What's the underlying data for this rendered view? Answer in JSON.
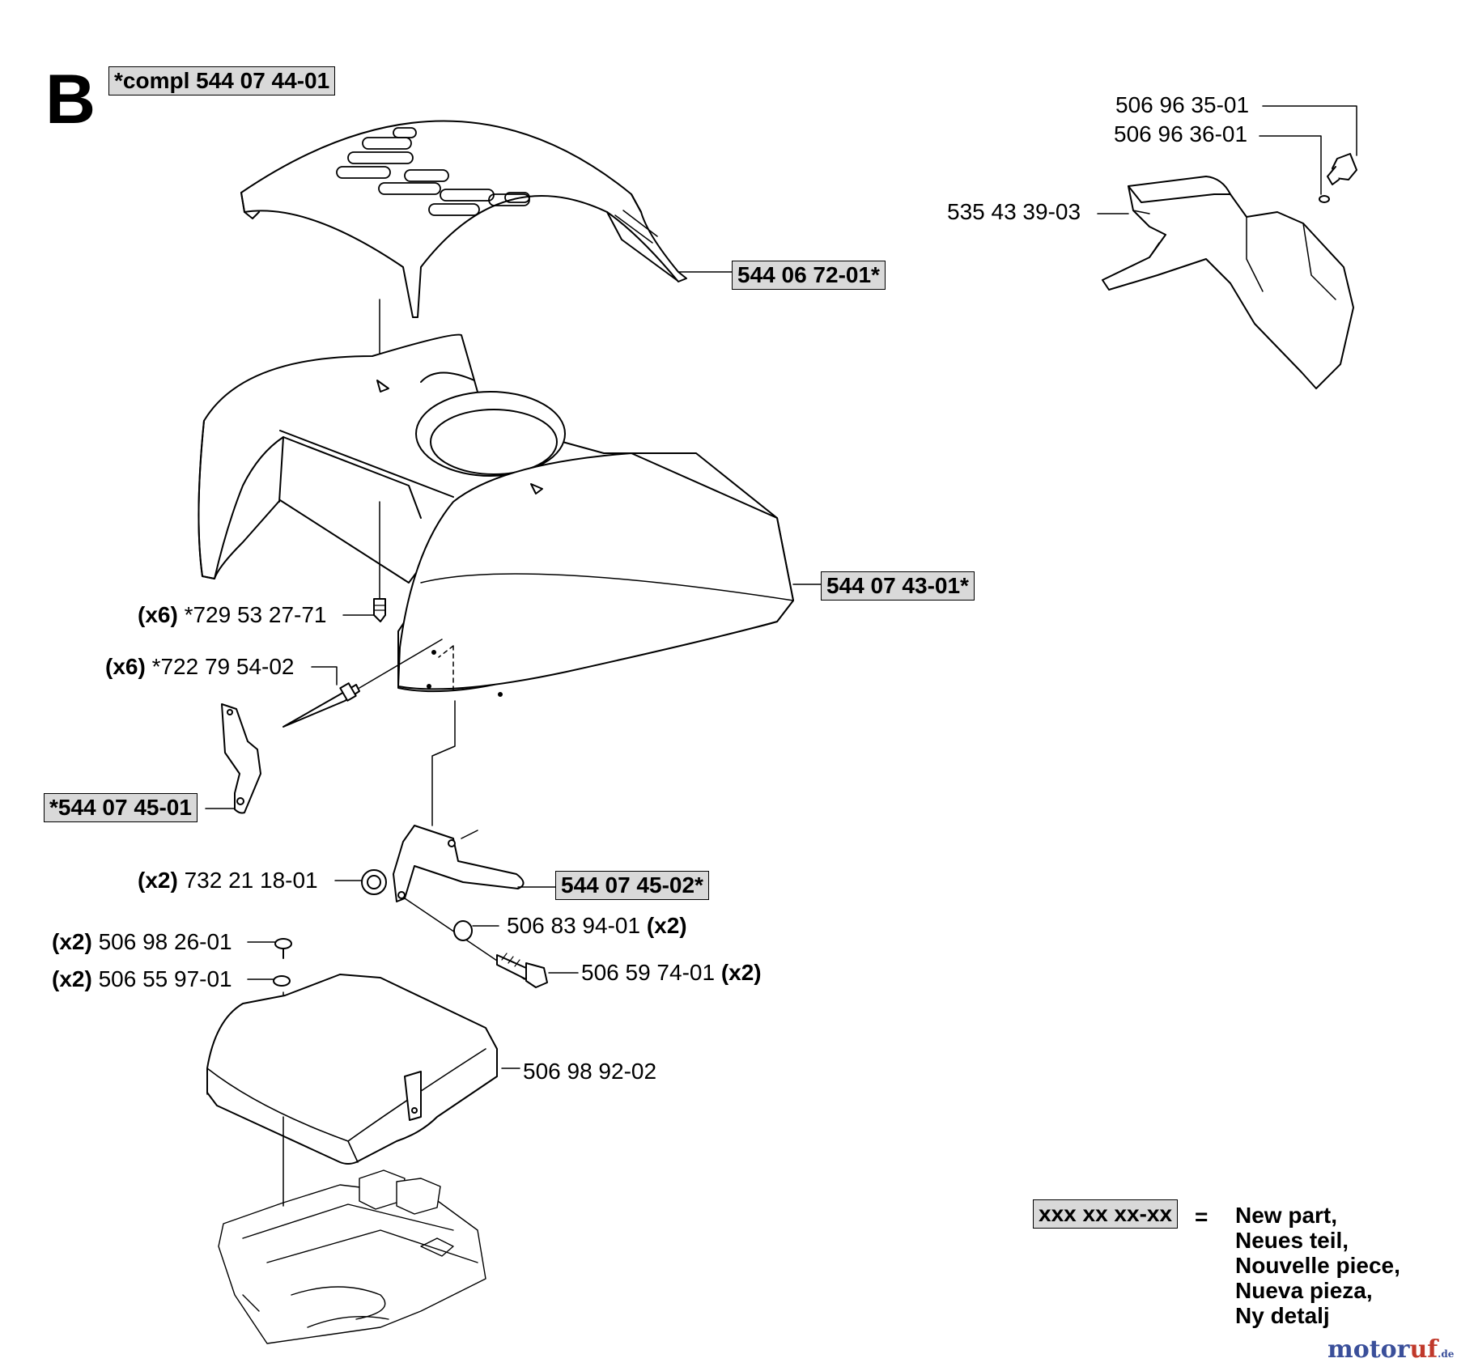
{
  "diagram": {
    "section_letter": "B",
    "labels": {
      "compl": "*compl 544 07 44-01",
      "top_cover": "544 06 72-01*",
      "hood": "544 07 43-01*",
      "p_729_qty": "(x6)",
      "p_729": "*729 53 27-71",
      "p_722_qty": "(x6)",
      "p_722": "*722 79 54-02",
      "bracket_left": "*544 07 45-01",
      "bracket_right": "544 07 45-02*",
      "p_732_qty": "(x2)",
      "p_732": "732 21 18-01",
      "p_50683": "506 83 94-01",
      "p_50683_qty": "(x2)",
      "p_50698_26_qty": "(x2)",
      "p_50698_26": "506 98 26-01",
      "p_50655_qty": "(x2)",
      "p_50655": "506 55 97-01",
      "p_50659": "506 59 74-01",
      "p_50659_qty": "(x2)",
      "p_battery_cover": "506 98 92-02",
      "p_50696_35": "506 96 35-01",
      "p_50696_36": "506 96 36-01",
      "p_535": "535 43 39-03"
    },
    "legend": {
      "code": "xxx xx xx-xx",
      "equals": "=",
      "lines": [
        "New part,",
        "Neues teil,",
        "Nouvelle piece,",
        "Nueva pieza,",
        "Ny detalj"
      ]
    },
    "watermark": {
      "main": "motor",
      "accent": "uf",
      "suffix": ".de"
    }
  }
}
